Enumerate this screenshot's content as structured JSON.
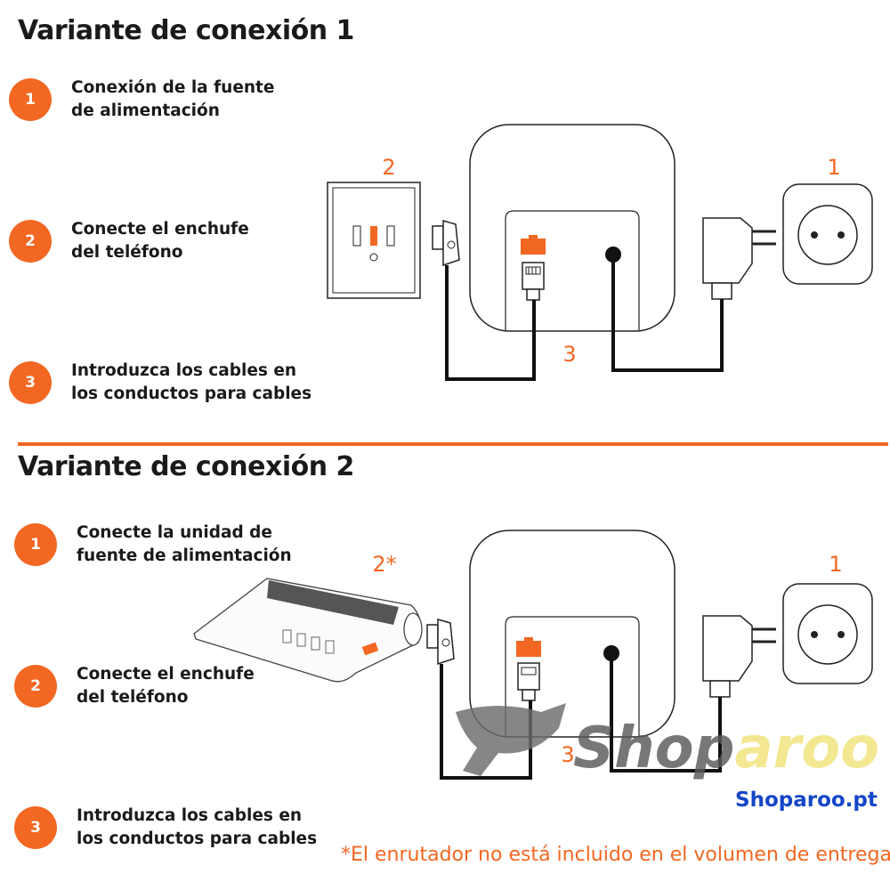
{
  "variant1": {
    "title": "Variante de conexión 1",
    "steps": [
      {
        "number": "1",
        "text": "Conexión de la fuente\nde alimentación"
      },
      {
        "number": "2",
        "text": "Conecte el enchufe\ndel teléfono"
      },
      {
        "number": "3",
        "text": "Introduzca los cables en\nlos conductos para cables"
      }
    ],
    "diagram_labels": {
      "wall_socket": "2",
      "power_outlet": "1",
      "cable_route": "3"
    }
  },
  "variant2": {
    "title": "Variante de conexión 2",
    "steps": [
      {
        "number": "1",
        "text": "Conecte la unidad de\nfuente de alimentación"
      },
      {
        "number": "2",
        "text": "Conecte el enchufe\ndel teléfono"
      },
      {
        "number": "3",
        "text": "Introduzca los cables en\nlos conductos para cables"
      }
    ],
    "diagram_labels": {
      "router": "2*",
      "power_outlet": "1",
      "cable_route": "3"
    }
  },
  "footnote": "*El enrutador no está incluido en el volumen de entrega",
  "watermark": {
    "text_dark": "Shop",
    "text_light": "aroo",
    "url": "Shoparoo.pt"
  },
  "colors": {
    "accent": "#f26722",
    "text": "#1a1a1a",
    "url_blue": "#1446c8",
    "watermark_dark": "#555555",
    "watermark_yellow": "#f2e27a"
  }
}
